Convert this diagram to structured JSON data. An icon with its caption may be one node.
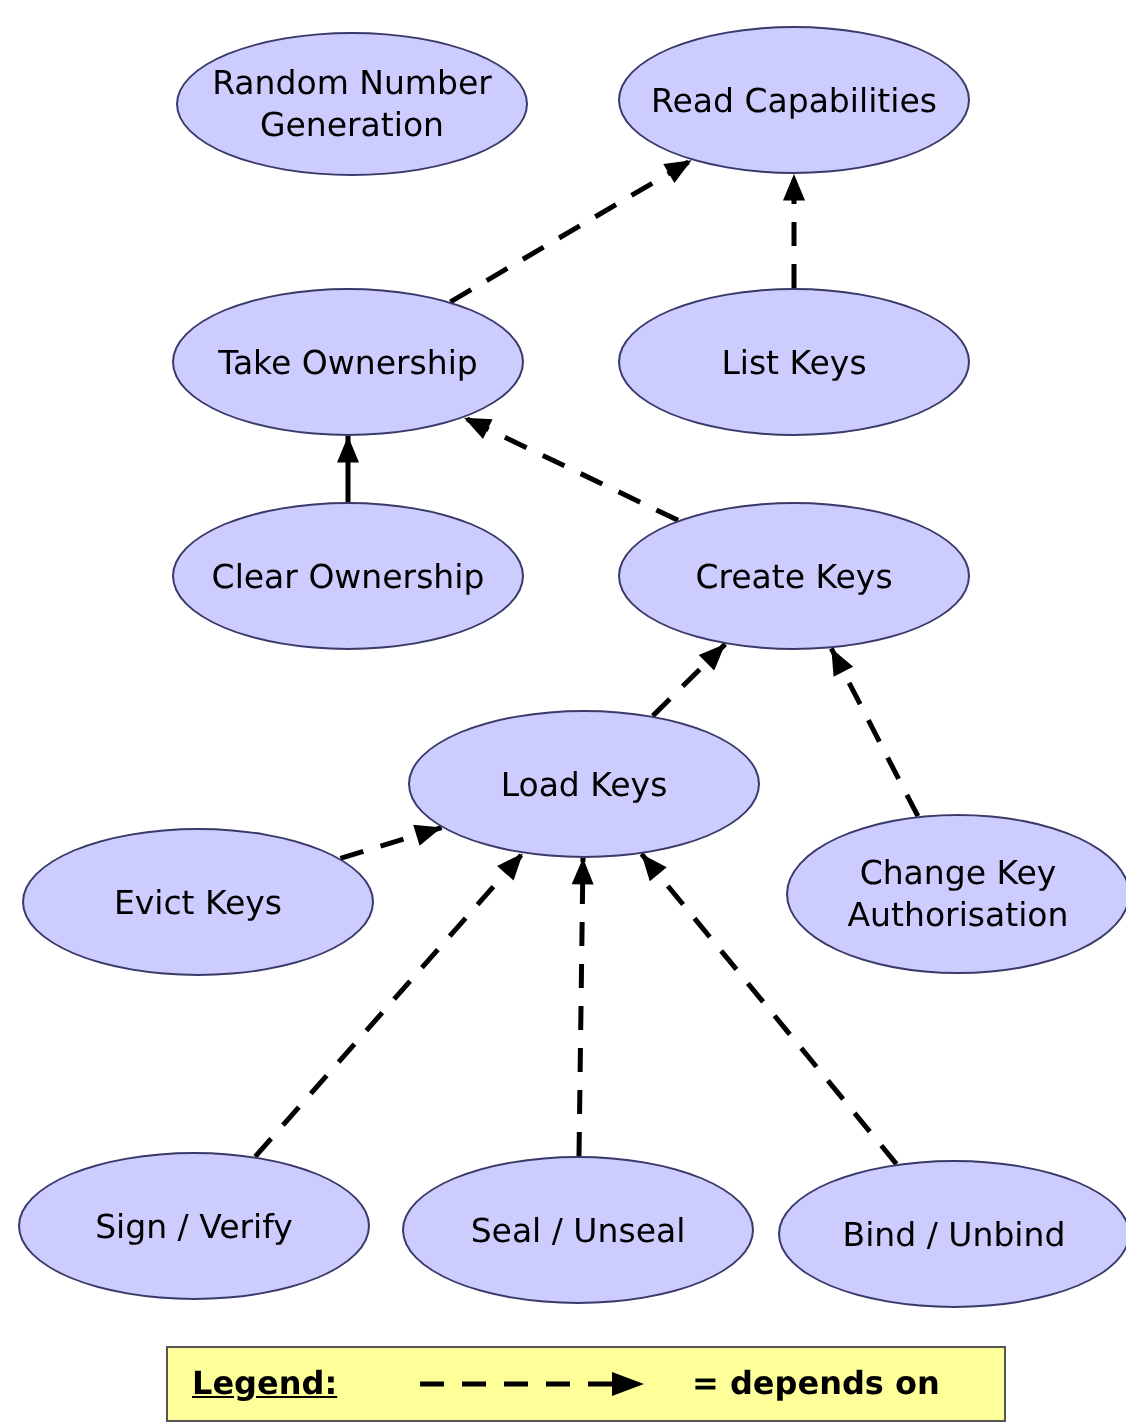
{
  "diagram": {
    "nodes": [
      {
        "text": [
          "Random Number Generation"
        ]
      },
      {
        "text": [
          "Read Capabilities"
        ]
      },
      {
        "text": [
          "Take Ownership"
        ]
      },
      {
        "text": [
          "List Keys"
        ]
      },
      {
        "text": [
          "Clear Ownership"
        ]
      },
      {
        "text": [
          "Create Keys"
        ]
      },
      {
        "text": [
          "Load Keys"
        ]
      },
      {
        "text": [
          "Evict Keys"
        ]
      },
      {
        "text": [
          "Change Key Authorisation"
        ]
      },
      {
        "text": [
          "Sign / Verify"
        ]
      },
      {
        "text": [
          "Seal / Unseal"
        ]
      },
      {
        "text": [
          "Bind / Unbind"
        ]
      }
    ],
    "edges": [
      {
        "from": 2,
        "to": 1,
        "arrow": "to",
        "style": "dashed"
      },
      {
        "from": 3,
        "to": 1,
        "arrow": "to",
        "style": "dashed"
      },
      {
        "from": 4,
        "to": 2,
        "arrow": "to"
      },
      {
        "from": 5,
        "to": 2,
        "arrow": "to",
        "style": "dashed"
      },
      {
        "from": 6,
        "to": 5,
        "arrow": "to",
        "style": "dashed"
      },
      {
        "from": 8,
        "to": 5,
        "arrow": "to",
        "style": "dashed"
      },
      {
        "from": 7,
        "to": 6,
        "arrow": "to",
        "style": "dashed"
      },
      {
        "from": 9,
        "to": 6,
        "arrow": "to",
        "style": "dashed"
      },
      {
        "from": 10,
        "to": 6,
        "arrow": "to",
        "style": "dashed"
      },
      {
        "from": 11,
        "to": 6,
        "arrow": "to",
        "style": "dashed"
      }
    ],
    "labels": [
      "Legend:"
    ],
    "legend": [
      {
        "text": "= depends on"
      }
    ]
  }
}
